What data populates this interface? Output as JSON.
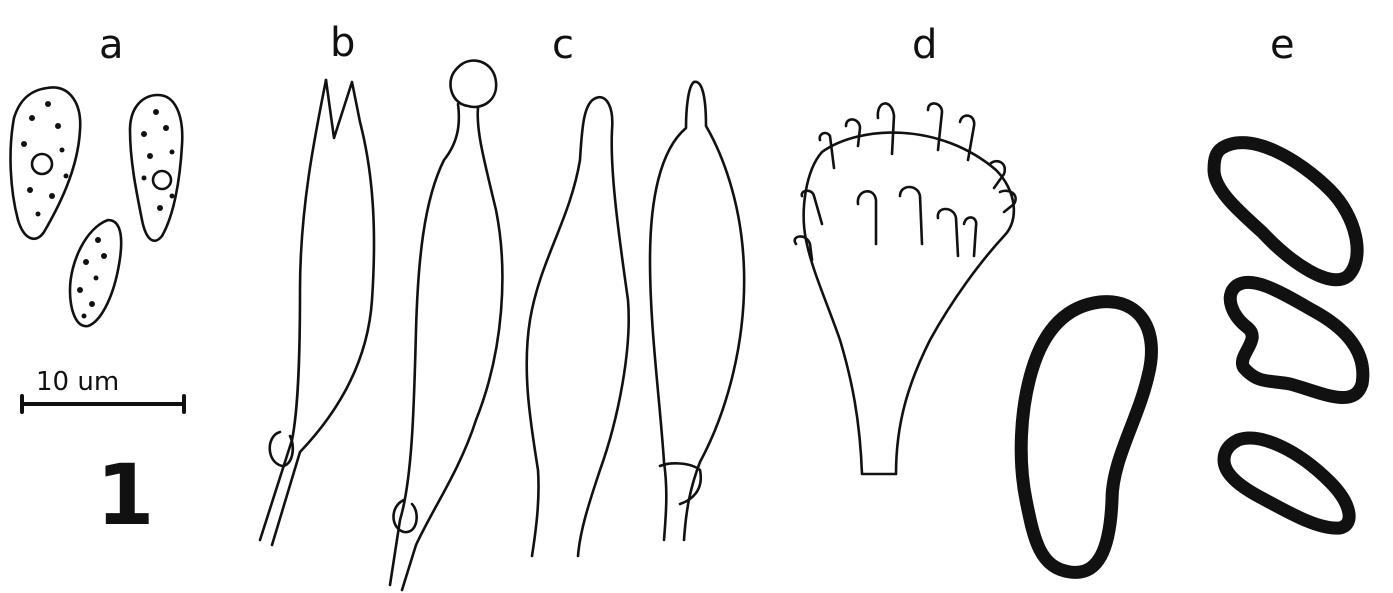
{
  "figure": {
    "number": "1",
    "panel_labels": {
      "a": "a",
      "b": "b",
      "c": "c",
      "d": "d",
      "e": "e"
    },
    "scale_bar": {
      "label": "10 um"
    }
  }
}
